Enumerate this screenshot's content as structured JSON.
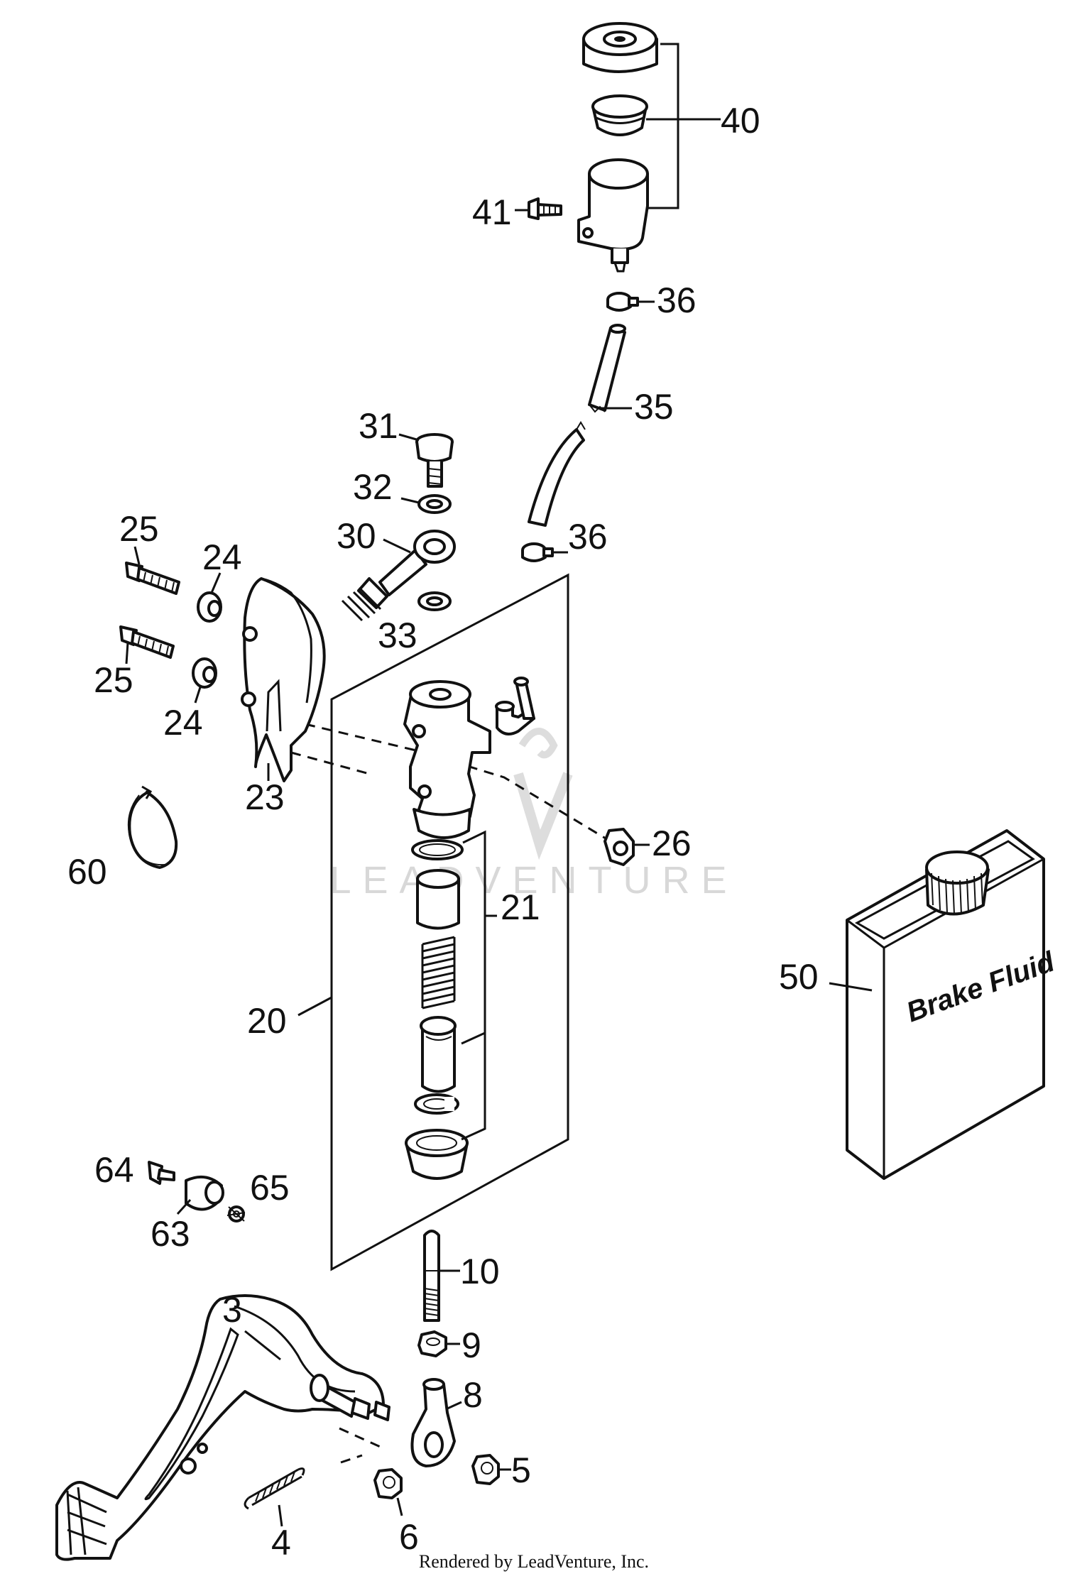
{
  "diagram": {
    "callouts": [
      {
        "id": "40",
        "text": "40"
      },
      {
        "id": "41",
        "text": "41"
      },
      {
        "id": "36a",
        "text": "36"
      },
      {
        "id": "35",
        "text": "35"
      },
      {
        "id": "36b",
        "text": "36"
      },
      {
        "id": "31",
        "text": "31"
      },
      {
        "id": "32",
        "text": "32"
      },
      {
        "id": "30",
        "text": "30"
      },
      {
        "id": "33",
        "text": "33"
      },
      {
        "id": "25a",
        "text": "25"
      },
      {
        "id": "24a",
        "text": "24"
      },
      {
        "id": "25b",
        "text": "25"
      },
      {
        "id": "24b",
        "text": "24"
      },
      {
        "id": "23",
        "text": "23"
      },
      {
        "id": "60",
        "text": "60"
      },
      {
        "id": "26",
        "text": "26"
      },
      {
        "id": "21",
        "text": "21"
      },
      {
        "id": "20",
        "text": "20"
      },
      {
        "id": "50",
        "text": "50"
      },
      {
        "id": "64",
        "text": "64"
      },
      {
        "id": "65",
        "text": "65"
      },
      {
        "id": "63",
        "text": "63"
      },
      {
        "id": "10",
        "text": "10"
      },
      {
        "id": "9",
        "text": "9"
      },
      {
        "id": "8",
        "text": "8"
      },
      {
        "id": "3",
        "text": "3"
      },
      {
        "id": "5",
        "text": "5"
      },
      {
        "id": "4",
        "text": "4"
      },
      {
        "id": "6",
        "text": "6"
      }
    ],
    "container_label": "Brake Fluid",
    "watermark": "LEADVENTURE",
    "footer": "Rendered by LeadVenture, Inc."
  }
}
